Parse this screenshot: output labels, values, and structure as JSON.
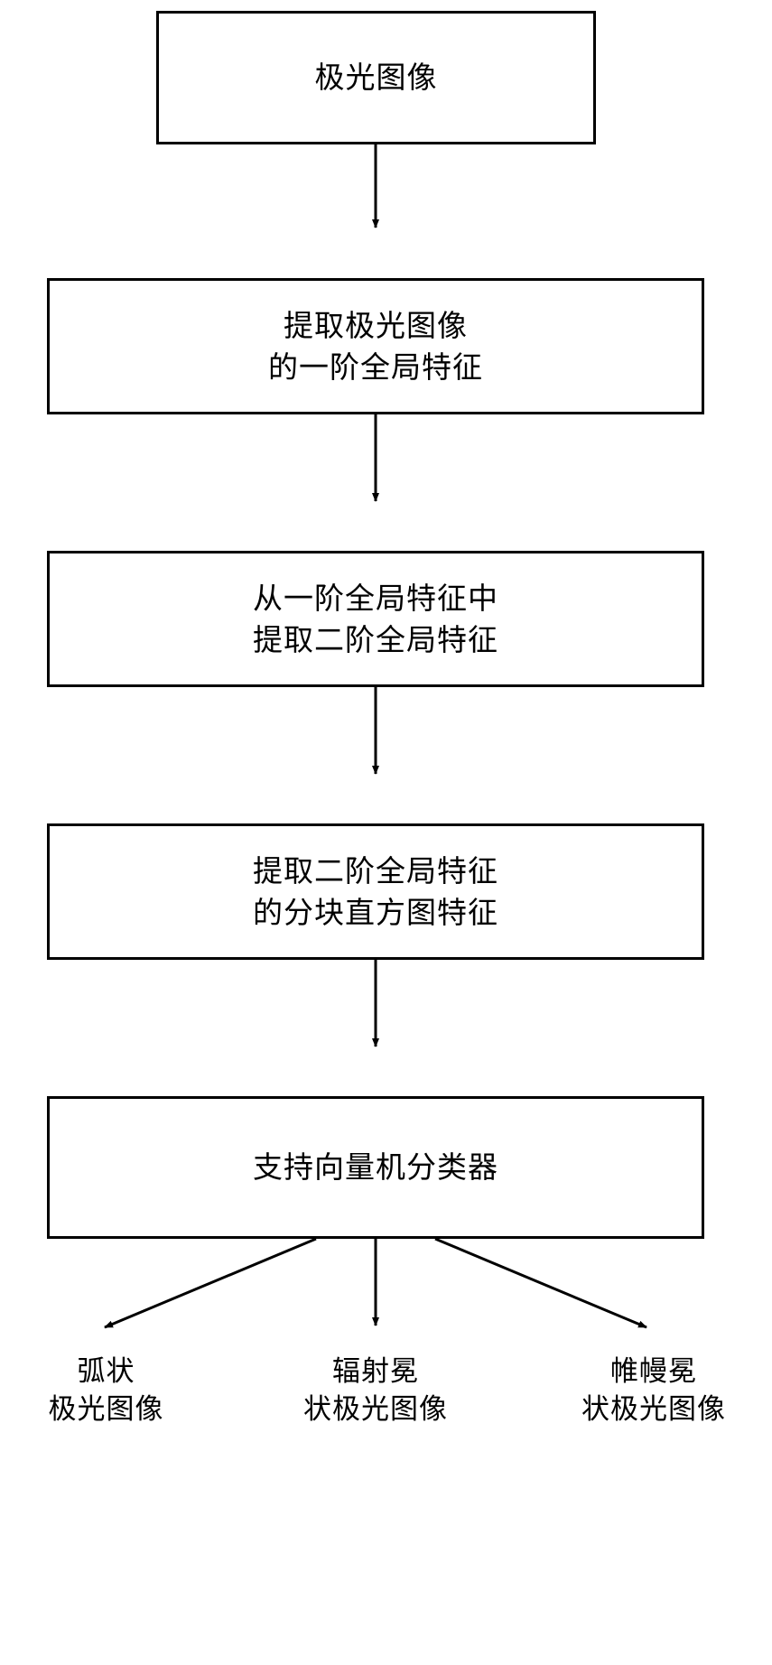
{
  "diagram": {
    "type": "flowchart",
    "orientation": "top-to-bottom",
    "nodes": [
      {
        "id": "input",
        "label": "极光图像",
        "shape": "rectangle"
      },
      {
        "id": "step1",
        "label": "提取极光图像\n的一阶全局特征",
        "shape": "rectangle"
      },
      {
        "id": "step2",
        "label": "从一阶全局特征中\n提取二阶全局特征",
        "shape": "rectangle"
      },
      {
        "id": "step3",
        "label": "提取二阶全局特征\n的分块直方图特征",
        "shape": "rectangle"
      },
      {
        "id": "step4",
        "label": "支持向量机分类器",
        "shape": "rectangle"
      }
    ],
    "outputs": [
      {
        "id": "out1",
        "label": "弧状\n极光图像"
      },
      {
        "id": "out2",
        "label": "辐射冕\n状极光图像"
      },
      {
        "id": "out3",
        "label": "帷幔冕\n状极光图像"
      }
    ],
    "edges": [
      {
        "from": "input",
        "to": "step1",
        "style": "arrow"
      },
      {
        "from": "step1",
        "to": "step2",
        "style": "arrow"
      },
      {
        "from": "step2",
        "to": "step3",
        "style": "arrow"
      },
      {
        "from": "step3",
        "to": "step4",
        "style": "arrow"
      },
      {
        "from": "step4",
        "to": "out1",
        "style": "arrow"
      },
      {
        "from": "step4",
        "to": "out2",
        "style": "arrow"
      },
      {
        "from": "step4",
        "to": "out3",
        "style": "arrow"
      }
    ],
    "colors": {
      "stroke": "#000000",
      "fill": "#ffffff",
      "text": "#000000"
    }
  }
}
